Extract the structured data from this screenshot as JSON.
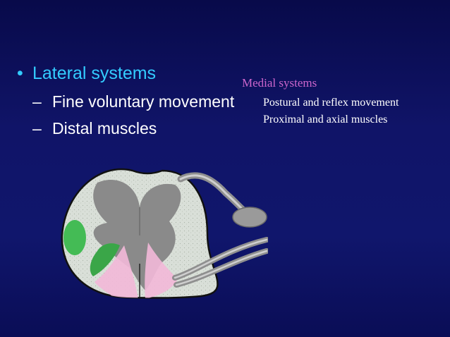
{
  "lateral": {
    "bullet": "•",
    "title": "Lateral systems",
    "dash": "–",
    "items": [
      "Fine voluntary movement",
      "Distal muscles"
    ]
  },
  "medial": {
    "title": "Medial systems",
    "items": [
      "Postural and reflex movement",
      "Proximal and axial muscles"
    ]
  },
  "colors": {
    "background": "#101468",
    "lateral_title": "#33ccff",
    "medial_title": "#cc66cc",
    "text": "#ffffff",
    "gray_matter": "#8a8a8a",
    "white_matter": "#d9dfd8",
    "lateral_tract": "#44bb55",
    "medial_tract": "#f2b8d8"
  }
}
